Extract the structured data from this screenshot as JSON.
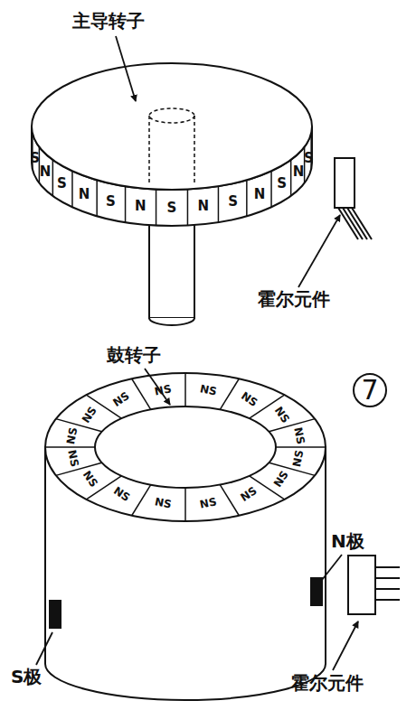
{
  "diagram": {
    "labels": [
      "主导转子",
      "霍尔元件",
      "鼓转子",
      "7",
      "N极",
      "S极",
      "霍尔元件",
      "S",
      "N",
      "S",
      "N",
      "S",
      "N",
      "S",
      "N",
      "S",
      "N",
      "S",
      "N",
      "S",
      "NS",
      "NS",
      "NS",
      "NS",
      "NS",
      "NS",
      "NS",
      "NS",
      "NS",
      "NS",
      "NS",
      "NS",
      "NS",
      "NS",
      "NS",
      "NS"
    ]
  }
}
